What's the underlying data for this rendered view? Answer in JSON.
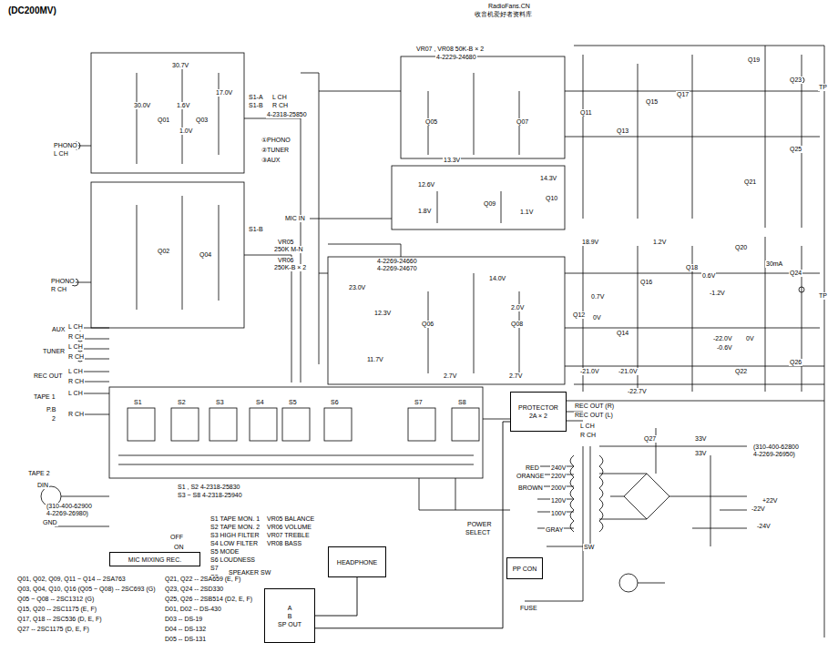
{
  "diagram": {
    "title": "(DC200MV)",
    "nodes": [
      {
        "text": [
          "PROTECTOR",
          "2A × 2"
        ]
      },
      {
        "text": [
          "MIC MIXING REC."
        ]
      },
      {
        "text": [
          "HEADPHONE"
        ]
      },
      {
        "text": [
          "A",
          "B",
          "SP OUT"
        ]
      },
      {
        "text": [
          "PP CON"
        ]
      }
    ],
    "edges": [
      {
        "from": 0,
        "to": 3,
        "arrow": "none"
      },
      {
        "from": 2,
        "to": 3,
        "arrow": "none"
      }
    ],
    "labels": [
      "RadioFans.CN",
      "收音机爱好者资料库",
      "PHONO",
      "L CH",
      "PHONO",
      "R CH",
      "AUX",
      "TUNER",
      "L CH",
      "R CH",
      "L CH",
      "R CH",
      "REC OUT",
      "L CH",
      "R CH",
      "TAPE 1",
      "P.B",
      "2",
      "L CH",
      "R CH",
      "TAPE 2",
      "DIN",
      "GND",
      "MIC IN",
      "30.7V",
      "30.0V",
      "1.6V",
      "17.0V",
      "1.0V",
      "S1-A",
      "S1-B",
      "L CH",
      "R CH",
      "4-2318-25850",
      "①PHONO",
      "②TUNER",
      "③AUX",
      "S1-B",
      "VR07 , VR08  50K-B × 2",
      "4-2229-24680",
      "13.3V",
      "12.6V",
      "14.3V",
      "1.8V",
      "1.1V",
      "VR05",
      "250K M-N",
      "VR06",
      "250K-B × 2",
      "4-2269-24660",
      "4-2269-24670",
      "14.0V",
      "23.0V",
      "12.3V",
      "2.0V",
      "11.7V",
      "2.7V",
      "2.7V",
      "18.9V",
      "1.2V",
      "0.7V",
      "0V",
      "-1.2V",
      "0.6V",
      "30mA",
      "-22.0V",
      "-0.6V",
      "0V",
      "-21.0V",
      "-21.0V",
      "-22.7V",
      "TP",
      "TP",
      "REC OUT (R)",
      "REC OUT (L)",
      "L CH",
      "R CH",
      "33V",
      "33V",
      "(310-400-62800",
      "4-2269-26950)",
      "+22V",
      "-22V",
      "-24V",
      "RED",
      "240V",
      "ORANGE",
      "220V",
      "BROWN",
      "200V",
      "120V",
      "100V",
      "GRAY",
      "POWER",
      "SELECT",
      "FUSE",
      "SW",
      "S1",
      "S2",
      "S3",
      "S4",
      "S5",
      "S6",
      "S7",
      "S8",
      "S1 , S2  4-2318-25830",
      "S3 ~ S8  4-2318-25940",
      "(310-400-62900",
      "4-2269-26980)",
      "OFF",
      "ON",
      "S1  TAPE MON. 1",
      "S2  TAPE MON. 2",
      "S3  HIGH FILTER",
      "S4  LOW FILTER",
      "S5  MODE",
      "S6  LOUDNESS",
      "S7",
      "S8",
      "SPEAKER SW",
      "VR05  BALANCE",
      "VR06  VOLUME",
      "VR07  TREBLE",
      "VR08  BASS",
      "Q01, Q02, Q09, Q11 ~ Q14 -- 2SA763",
      "Q03, Q04, Q10, Q16 (Q05 ~ Q08) -- 2SC693 (G)",
      "Q05 ~ Q08 -- 2SC1312 (G)",
      "Q15, Q20 -- 2SC1175 (E, F)",
      "Q17, Q18 -- 2SC536 (D, E, F)",
      "Q27 -- 2SC1175 (D, E, F)",
      "Q21, Q22 -- 2SA659 (E, F)",
      "Q23, Q24 -- 2SD330",
      "Q25, Q26 -- 2SB514 (D2, E, F)",
      "D01, D02 -- DS-430",
      "D03 -- DS-19",
      "D04 -- DS-132",
      "D05 -- DS-131",
      "Q01",
      "Q03",
      "Q02",
      "Q04",
      "Q05",
      "Q07",
      "Q06",
      "Q08",
      "Q09",
      "Q10",
      "Q11",
      "Q13",
      "Q15",
      "Q17",
      "Q19",
      "Q21",
      "Q23",
      "Q25",
      "Q12",
      "Q14",
      "Q16",
      "Q18",
      "Q20",
      "Q22",
      "Q24",
      "Q26",
      "Q27"
    ]
  }
}
